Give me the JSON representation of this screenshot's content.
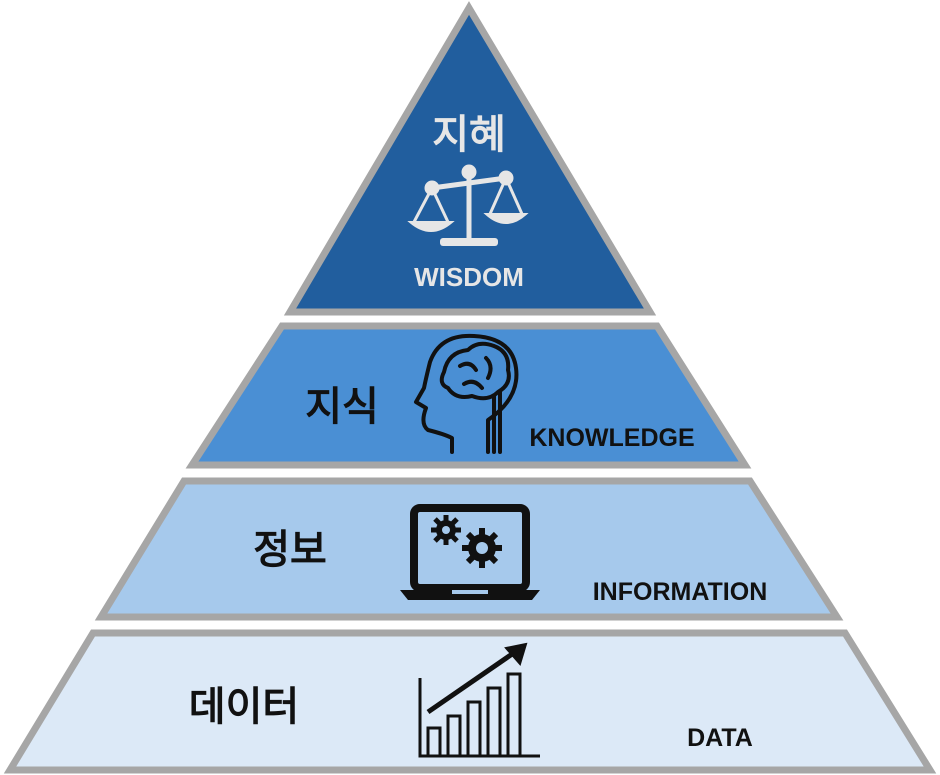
{
  "diagram": {
    "tiers": [
      {
        "korean": "지혜",
        "english": "WISDOM",
        "icon": "scales-icon",
        "fill": "#215e9e",
        "text_color": "#e6e6e6"
      },
      {
        "korean": "지식",
        "english": "KNOWLEDGE",
        "icon": "brain-head-icon",
        "fill": "#4a8fd4",
        "text_color": "#111111"
      },
      {
        "korean": "정보",
        "english": "INFORMATION",
        "icon": "laptop-gears-icon",
        "fill": "#a6c9ec",
        "text_color": "#111111"
      },
      {
        "korean": "데이터",
        "english": "DATA",
        "icon": "growth-chart-icon",
        "fill": "#dce9f7",
        "text_color": "#111111"
      }
    ],
    "border_color": "#a6a6a6"
  }
}
